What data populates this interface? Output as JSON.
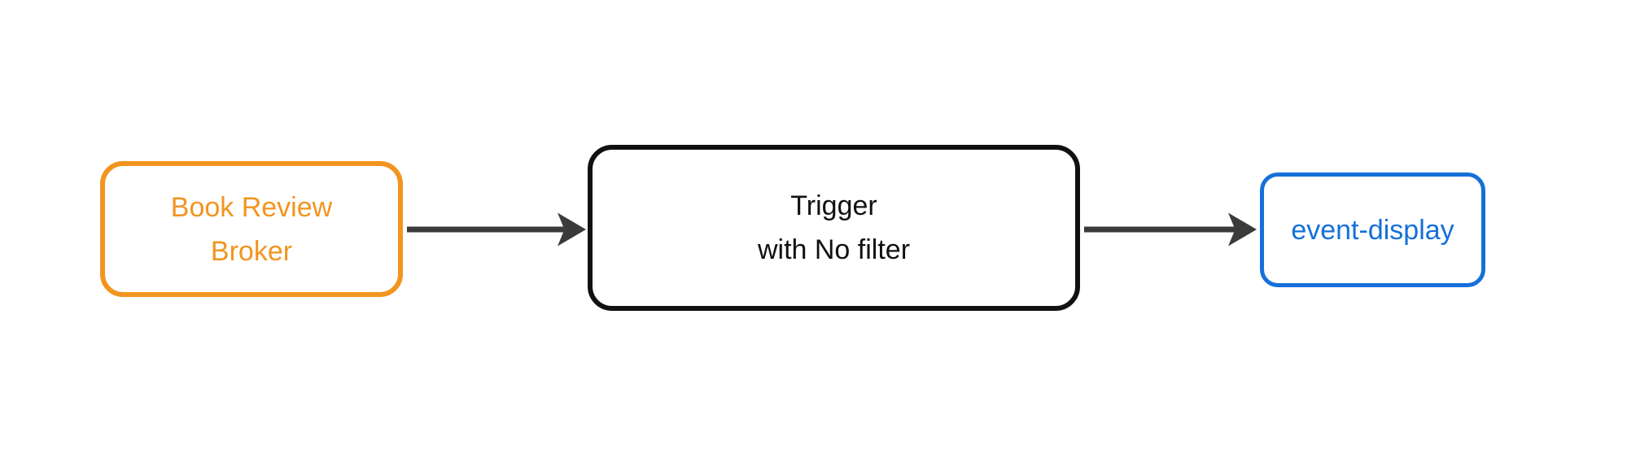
{
  "diagram": {
    "type": "flow",
    "direction": "left-to-right",
    "nodes": [
      {
        "id": "broker",
        "label": "Book Review Broker",
        "lines": [
          "Book Review",
          "Broker"
        ],
        "border_color": "#F2951F",
        "text_color": "#F2951F"
      },
      {
        "id": "trigger",
        "label": "Trigger with No filter",
        "lines": [
          "Trigger",
          "with No filter"
        ],
        "border_color": "#111111",
        "text_color": "#111111"
      },
      {
        "id": "event-display",
        "label": "event-display",
        "lines": [
          "event-display"
        ],
        "border_color": "#1670D9",
        "text_color": "#1670D9"
      }
    ],
    "edges": [
      {
        "from": "broker",
        "to": "trigger",
        "style": "solid-arrow"
      },
      {
        "from": "trigger",
        "to": "event-display",
        "style": "solid-arrow"
      }
    ]
  },
  "colors": {
    "orange": "#F2951F",
    "ink": "#111111",
    "blue": "#1670D9",
    "arrow": "#3B3B3B",
    "background": "#FFFFFF"
  }
}
